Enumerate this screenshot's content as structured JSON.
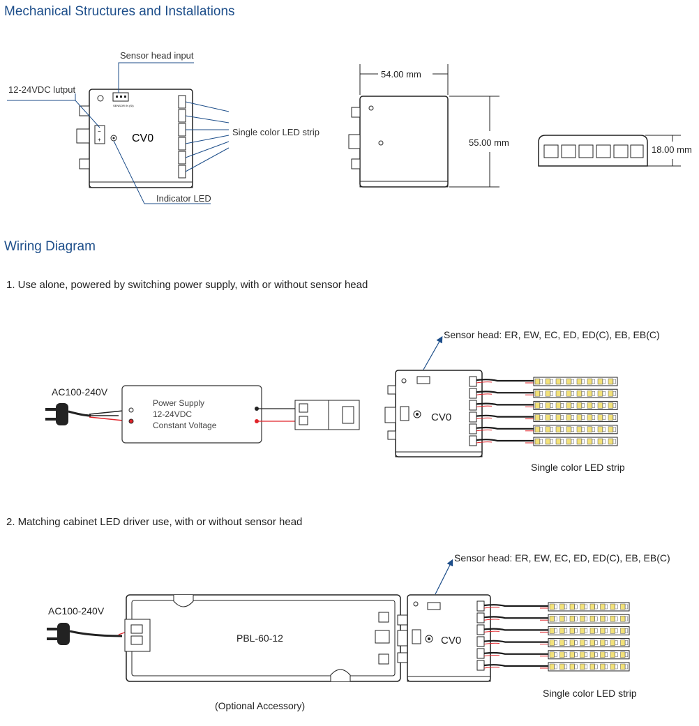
{
  "sections": {
    "mechanical_title": "Mechanical Structures and Installations",
    "wiring_title": "Wiring Diagram"
  },
  "mechanical": {
    "sensor_head_input": "Sensor head input",
    "output_label": "12-24VDC lutput",
    "device_name": "CV0",
    "strip_label": "Single color LED strip",
    "indicator_label": "Indicator LED",
    "dim_width": "54.00 mm",
    "dim_height": "55.00 mm",
    "dim_depth": "18.00 mm"
  },
  "wiring1": {
    "step": "1. Use alone, powered by switching power supply, with or without sensor head",
    "ac_label": "AC100-240V",
    "psu_line1": "Power Supply",
    "psu_line2": "12-24VDC",
    "psu_line3": "Constant Voltage",
    "sensor_label": "Sensor head: ER, EW, EC, ED, ED(C), EB, EB(C)",
    "device_name": "CV0",
    "strip_label": "Single color LED strip"
  },
  "wiring2": {
    "step": "2. Matching cabinet LED driver use, with or without sensor head",
    "ac_label": "AC100-240V",
    "driver_name": "PBL-60-12",
    "accessory_label": "(Optional Accessory)",
    "sensor_label": "Sensor head: ER, EW, EC, ED, ED(C), EB, EB(C)",
    "device_name": "CV0",
    "strip_label": "Single color LED strip"
  },
  "colors": {
    "heading": "#1d4e8a",
    "arrow": "#1d4e8a",
    "wire_red": "#e0242a",
    "wire_black": "#1a1a1a",
    "led_yellow": "#f3e27a"
  }
}
